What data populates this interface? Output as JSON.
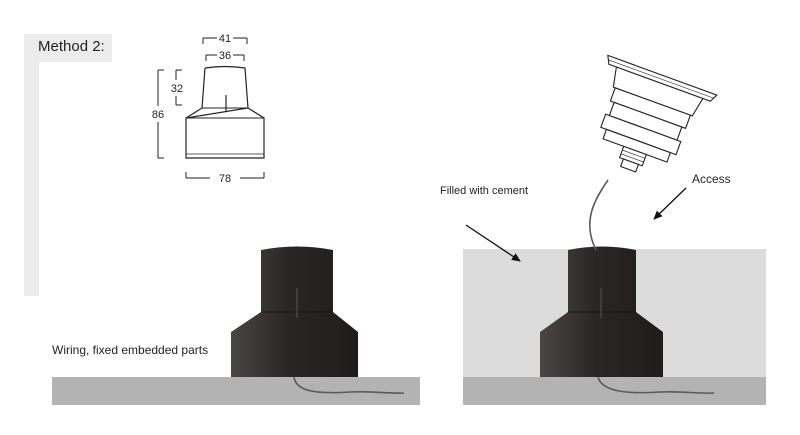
{
  "method_title": "Method 2:",
  "dimensions": {
    "top_outer": "41",
    "top_inner": "36",
    "neck_height": "32",
    "total_height": "86",
    "base_width": "78"
  },
  "labels": {
    "wiring": "Wiring, fixed embedded parts",
    "filled": "Filled with cement",
    "access": "Access"
  },
  "colors": {
    "fixture": "#2e2a29",
    "ground": "#b3b3b3",
    "cement": "#dcdcdc",
    "panel_bg": "#ececec"
  }
}
